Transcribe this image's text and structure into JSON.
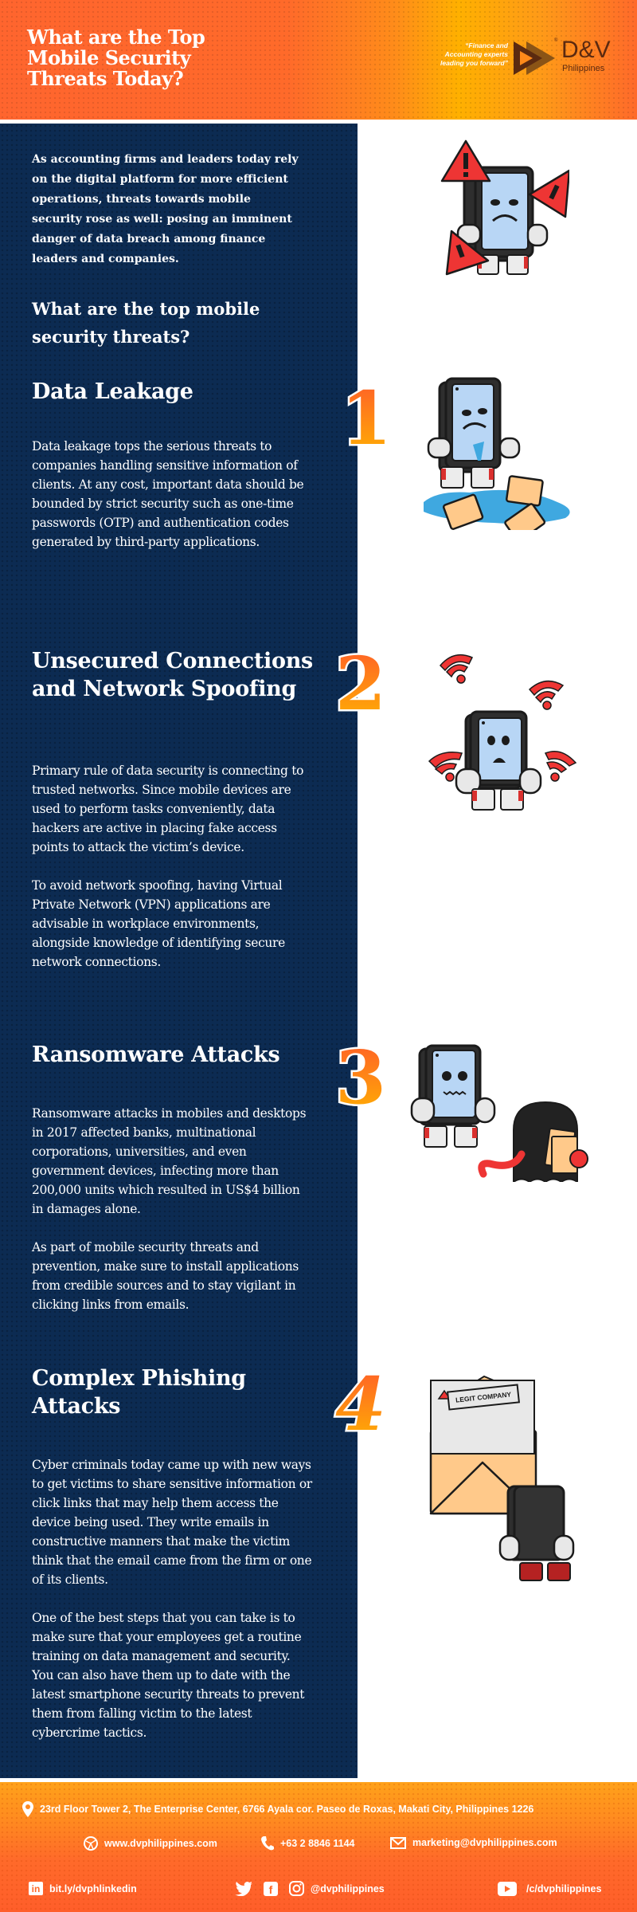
{
  "header": {
    "title": "What are the Top Mobile Security Threats Today?",
    "tagline": "“Finance and Accounting experts leading you forward”",
    "logo_name": "D&V",
    "logo_sub": "Philippines",
    "logo_reg": "®",
    "colors": {
      "orange": "#ff652e",
      "yellow": "#ffb000",
      "logo_brown": "#5b2a10"
    }
  },
  "intro": {
    "text": "As accounting firms and leaders today rely on the digital platform for more efficient operations, threats towards mobile security rose as well: posing an imminent danger of data breach among finance leaders and companies.",
    "question": "What are the top mobile security threats?"
  },
  "panel": {
    "color": "#0c2b52"
  },
  "sections": [
    {
      "number": "1",
      "title": "Data Leakage",
      "paragraphs": [
        "Data leakage tops the serious threats to companies handling sensitive information of clients. At any cost, important data should be bounded by strict security such as one-time passwords (OTP) and authentication codes generated by third-party applications."
      ],
      "illustration": "sad-phone-leaking-files-icon"
    },
    {
      "number": "2",
      "title": "Unsecured Connections and Network Spoofing",
      "paragraphs": [
        "Primary rule of data security is connecting to trusted networks. Since mobile devices are used to perform tasks conveniently, data hackers are active in placing fake access points to attack the victim’s device.",
        "To avoid network spoofing, having Virtual Private Network (VPN) applications are advisable in workplace environments, alongside knowledge of identifying secure network connections."
      ],
      "illustration": "phone-surrounded-by-wifi-icon"
    },
    {
      "number": "3",
      "title": "Ransomware Attacks",
      "paragraphs": [
        "Ransomware attacks in mobiles and desktops in 2017 affected banks, multinational corporations, universities, and even government devices, infecting more than 200,000 units which resulted in US$4 billion in damages alone.",
        "As part of mobile security threats and prevention, make sure to install applications from credible sources and to stay vigilant in clicking links from emails."
      ],
      "illustration": "phone-and-hacker-ghost-icon"
    },
    {
      "number": "4",
      "title": "Complex Phishing Attacks",
      "paragraphs": [
        "Cyber criminals today came up with new ways to get victims to share sensitive information or click links that may help them access the device being used. They write emails in constructive manners that make the victim think that the email came from the firm or one of its clients.",
        "One of the best steps that you can take is to make sure that your employees get a routine training on data management and security. You can also have them up to date with the latest smartphone security threats to prevent them from falling victim to the latest cybercrime tactics."
      ],
      "illustration": "phishing-email-envelope-icon",
      "envelope_label": "LEGIT COMPANY"
    }
  ],
  "footer": {
    "address": "23rd Floor Tower 2, The Enterprise Center, 6766 Ayala cor. Paseo de Roxas, Makati City, Philippines 1226",
    "website": "www.dvphilippines.com",
    "phone": "+63 2 8846 1144",
    "email": "marketing@dvphilippines.com",
    "linkedin": "bit.ly/dvphlinkedin",
    "social_handle": "@dvphilippines",
    "youtube": "/c/dvphilippines"
  }
}
